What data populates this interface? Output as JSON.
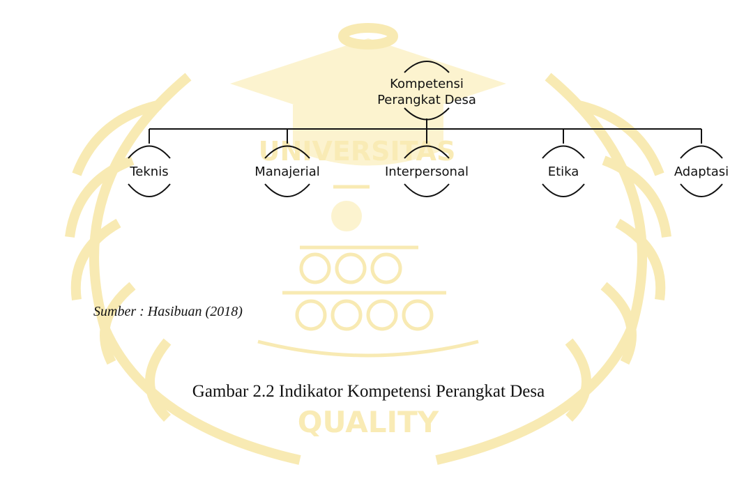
{
  "diagram": {
    "root": {
      "lines": [
        "Kompetensi",
        "Perangkat Desa"
      ]
    },
    "children": [
      {
        "label": "Teknis"
      },
      {
        "label": "Manajerial"
      },
      {
        "label": "Interpersonal"
      },
      {
        "label": "Etika"
      },
      {
        "label": "Adaptasi"
      }
    ]
  },
  "source": "Sumber : Hasibuan (2018)",
  "caption": "Gambar 2.2 Indikator Kompetensi Perangkat Desa",
  "watermark": {
    "words": [
      "UNIVERSITAS",
      "QUALITY"
    ],
    "color": "#f7e6a0"
  },
  "colors": {
    "line": "#111111",
    "text": "#111111"
  }
}
